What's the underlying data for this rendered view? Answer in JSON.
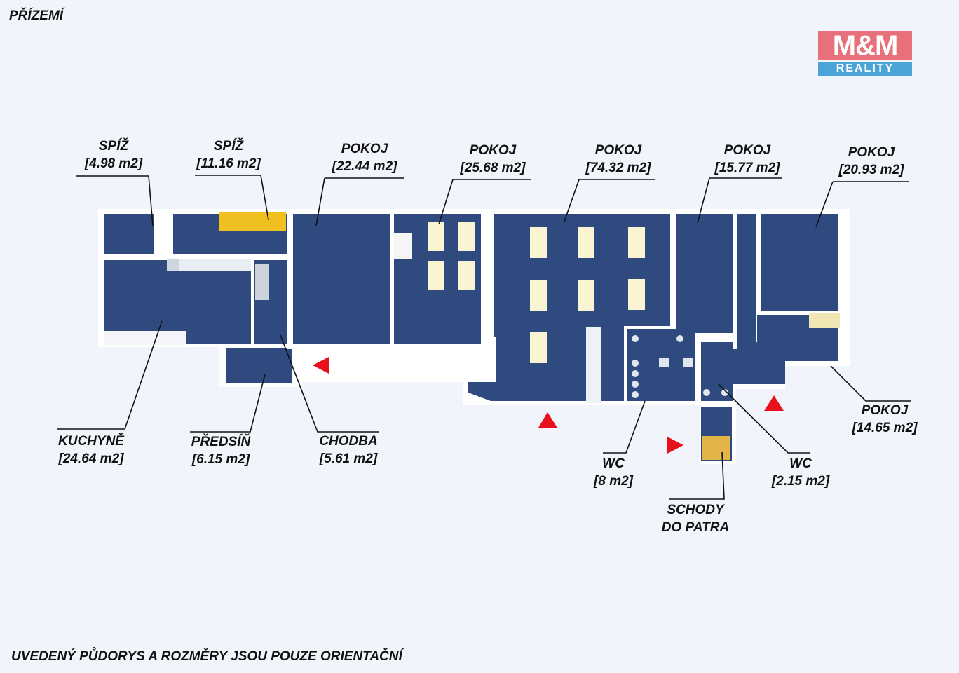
{
  "floor_title": "PŘÍZEMÍ",
  "disclaimer": "UVEDENÝ PŮDORYS A ROZMĚRY JSOU POUZE ORIENTAČNÍ",
  "logo": {
    "line1": "M&M",
    "line2": "REALITY"
  },
  "rooms": [
    {
      "id": "spiz-1",
      "name": "SPÍŽ",
      "area": "[4.98 m2]"
    },
    {
      "id": "spiz-2",
      "name": "SPÍŽ",
      "area": "[11.16 m2]"
    },
    {
      "id": "pokoj-1",
      "name": "POKOJ",
      "area": "[22.44 m2]"
    },
    {
      "id": "pokoj-2",
      "name": "POKOJ",
      "area": "[25.68 m2]"
    },
    {
      "id": "pokoj-3",
      "name": "POKOJ",
      "area": "[74.32 m2]"
    },
    {
      "id": "pokoj-4",
      "name": "POKOJ",
      "area": "[15.77 m2]"
    },
    {
      "id": "pokoj-5",
      "name": "POKOJ",
      "area": "[20.93 m2]"
    },
    {
      "id": "pokoj-6",
      "name": "POKOJ",
      "area": "[14.65 m2]"
    },
    {
      "id": "kuchyne",
      "name": "KUCHYNĚ",
      "area": "[24.64 m2]"
    },
    {
      "id": "predsin",
      "name": "PŘEDSÍŇ",
      "area": "[6.15 m2]"
    },
    {
      "id": "chodba",
      "name": "CHODBA",
      "area": "[5.61 m2]"
    },
    {
      "id": "wc-1",
      "name": "WC",
      "area": "[8 m2]"
    },
    {
      "id": "wc-2",
      "name": "WC",
      "area": "[2.15 m2]"
    },
    {
      "id": "schody",
      "name": "SCHODY",
      "area": "DO PATRA"
    }
  ],
  "colors": {
    "floor": "#2f4a7e",
    "wall": "#ffffff",
    "entrance_marker": "#e8101a",
    "accent_counter": "#f0c020"
  },
  "icons": {
    "entrance": "red-triangle-icon"
  }
}
